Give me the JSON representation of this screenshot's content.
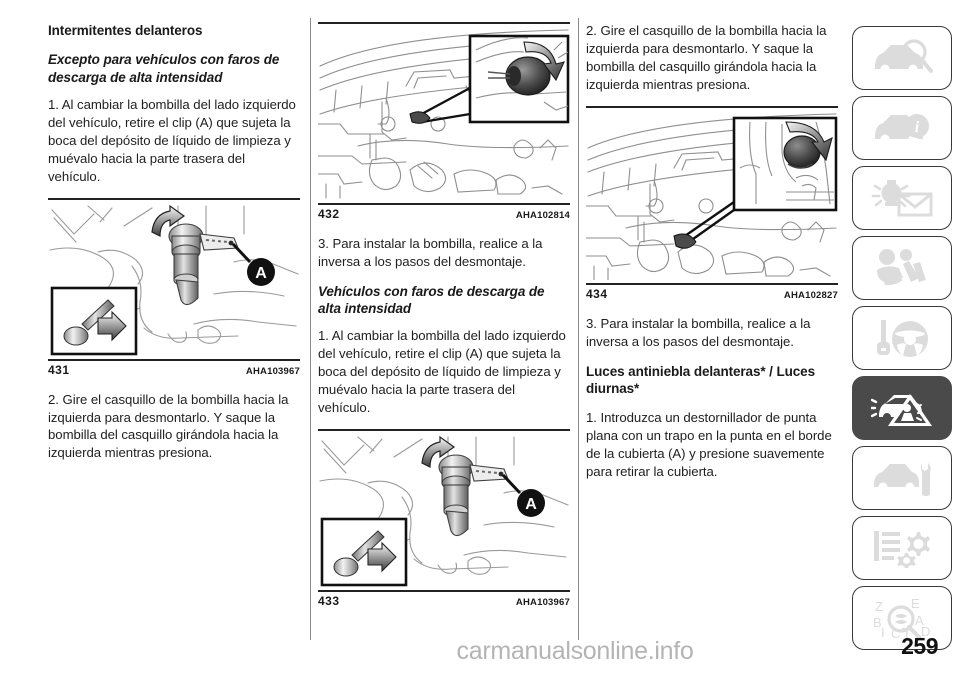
{
  "document": {
    "page_number": "259",
    "watermark": "carmanualsonline.info"
  },
  "columns": [
    {
      "id": "column-1",
      "blocks": [
        {
          "type": "heading",
          "text": "Intermitentes delanteros"
        },
        {
          "type": "subheading",
          "text": "Excepto para vehículos con faros de descarga de alta intensidad"
        },
        {
          "type": "paragraph",
          "text": "1. Al cambiar la bombilla del lado izquierdo del vehículo, retire el clip (A) que sujeta la boca del depósito de líquido de limpieza y muévalo hacia la parte trasera del vehículo."
        },
        {
          "type": "figure",
          "number": "431",
          "code": "AHA103967",
          "callout": "A",
          "art": "clip-bulb-socket"
        },
        {
          "type": "paragraph",
          "text": "2. Gire el casquillo de la bombilla hacia la izquierda para desmontarlo. Y saque la bombilla del casquillo girándola hacia la izquierda mientras presiona."
        }
      ]
    },
    {
      "id": "column-2",
      "blocks": [
        {
          "type": "figure",
          "number": "432",
          "code": "AHA102814",
          "callout": "",
          "art": "engine-bay-inset"
        },
        {
          "type": "paragraph",
          "text": "3. Para instalar la bombilla, realice a la inversa a los pasos del desmontaje."
        },
        {
          "type": "subheading",
          "text": "Vehículos con faros de descarga de alta intensidad"
        },
        {
          "type": "paragraph",
          "text": "1. Al cambiar la bombilla del lado izquierdo del vehículo, retire el clip (A) que sujeta la boca del depósito de líquido de limpieza y muévalo hacia la parte trasera del vehículo."
        },
        {
          "type": "figure",
          "number": "433",
          "code": "AHA103967",
          "callout": "A",
          "art": "clip-bulb-socket"
        }
      ]
    },
    {
      "id": "column-3",
      "blocks": [
        {
          "type": "paragraph",
          "text": "2. Gire el casquillo de la bombilla hacia la izquierda para desmontarlo. Y saque la bombilla del casquillo girándola hacia la izquierda mientras presiona."
        },
        {
          "type": "figure",
          "number": "434",
          "code": "AHA102827",
          "callout": "",
          "art": "engine-bay-inset-2"
        },
        {
          "type": "paragraph",
          "text": "3. Para instalar la bombilla, realice a la inversa a los pasos del desmontaje."
        },
        {
          "type": "heading",
          "text": "Luces antiniebla delanteras* / Luces diurnas*"
        },
        {
          "type": "paragraph",
          "text": "1. Introduzca un destornillador de punta plana con un trapo en la punta en el borde de la cubierta (A) y presione suavemente para retirar la cubierta."
        }
      ]
    }
  ],
  "side_tabs": [
    {
      "icon": "car-inspection-icon",
      "active": false
    },
    {
      "icon": "car-info-icon",
      "active": false
    },
    {
      "icon": "lights-mail-icon",
      "active": false
    },
    {
      "icon": "seatbelt-airbag-icon",
      "active": false
    },
    {
      "icon": "key-steering-icon",
      "active": false
    },
    {
      "icon": "emergency-warning-icon",
      "active": true
    },
    {
      "icon": "car-service-icon",
      "active": false
    },
    {
      "icon": "specifications-icon",
      "active": false
    },
    {
      "icon": "alphabetical-index-icon",
      "active": false
    }
  ],
  "colors": {
    "rule": "#222222",
    "divider": "#8a8a8a",
    "tab_border": "#3a3a3a",
    "tab_active_bg": "#4a4a4a",
    "icon_fill": "#dcdcdc",
    "watermark": "#b4b4b4"
  }
}
